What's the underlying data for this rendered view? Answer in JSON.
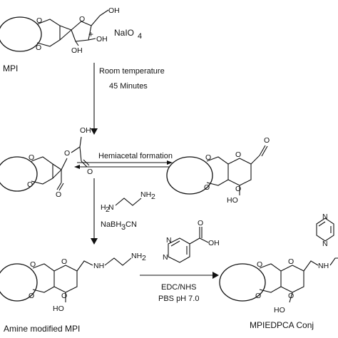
{
  "labels": {
    "mpi": "MPI",
    "naio4": "NaIO",
    "naio4_sub": "4",
    "cond1_line1": "Room temperature",
    "cond1_line2": "45 Minutes",
    "hemiacetal": "Hemiacetal formation",
    "nabh3cn_a": "NaBH",
    "nabh3cn_sub": "3",
    "nabh3cn_b": "CN",
    "amine_mod": "Amine modified MPI",
    "edc": "EDC/NHS",
    "pbs": "PBS pH 7.0",
    "product": "MPIEDPCA Conj",
    "plus": "+"
  },
  "atoms": {
    "O": "O",
    "OH": "OH",
    "HO": "HO",
    "NH": "NH",
    "NH2_a": "NH",
    "NH2_sub": "2",
    "H2N_a": "H",
    "H2N_sub": "2",
    "H2N_b": "N",
    "N": "N"
  }
}
